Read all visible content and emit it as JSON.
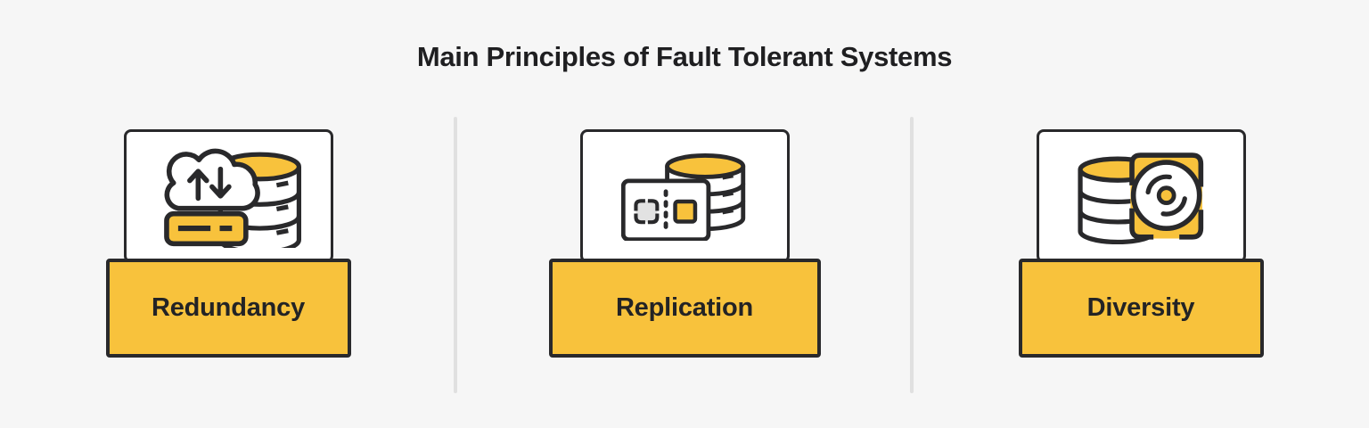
{
  "title": "Main Principles of Fault Tolerant Systems",
  "principles": [
    {
      "label": "Redundancy",
      "icon": "cloud-sync-database-icon"
    },
    {
      "label": "Replication",
      "icon": "copy-object-database-icon"
    },
    {
      "label": "Diversity",
      "icon": "disk-drive-database-icon"
    }
  ],
  "colors": {
    "accent_yellow": "#F8C23C",
    "ink_outline": "#29292B",
    "background": "#F6F6F6",
    "divider": "#E0E0E0",
    "card_background": "#FFFFFF",
    "title_text": "#1F1F21",
    "muted_gray_fill": "#E2E2E2"
  }
}
